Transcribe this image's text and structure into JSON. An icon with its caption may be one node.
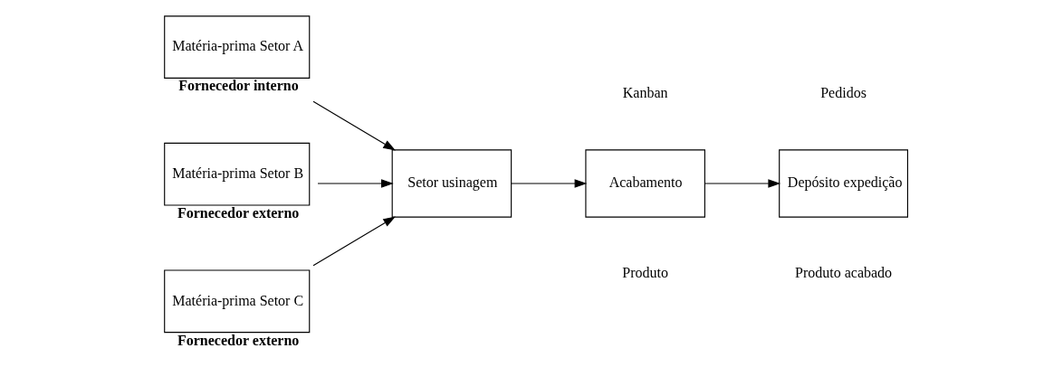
{
  "diagram": {
    "nodes": [
      {
        "text": [
          "Matéria-prima Setor A"
        ],
        "beside": [
          "Fornecedor interno"
        ]
      },
      {
        "text": [
          "Matéria-prima Setor B"
        ],
        "beside": [
          "Fornecedor externo"
        ]
      },
      {
        "text": [
          "Matéria-prima Setor C"
        ],
        "beside": [
          "Fornecedor externo"
        ]
      },
      {
        "text": [
          "Setor usinagem"
        ]
      },
      {
        "text": [
          "Acabamento"
        ]
      },
      {
        "text": [
          "Depósito expedição"
        ]
      }
    ],
    "edges": [
      {
        "from": 0,
        "to": 3,
        "arrow": "to"
      },
      {
        "from": 1,
        "to": 3,
        "arrow": "to"
      },
      {
        "from": 2,
        "to": 3,
        "arrow": "to"
      },
      {
        "from": 3,
        "to": 4,
        "arrow": "to"
      },
      {
        "from": 4,
        "to": 5,
        "arrow": "to"
      }
    ],
    "labels": [
      "Kanban",
      "Pedidos",
      "Produto",
      "Produto acabado"
    ]
  }
}
